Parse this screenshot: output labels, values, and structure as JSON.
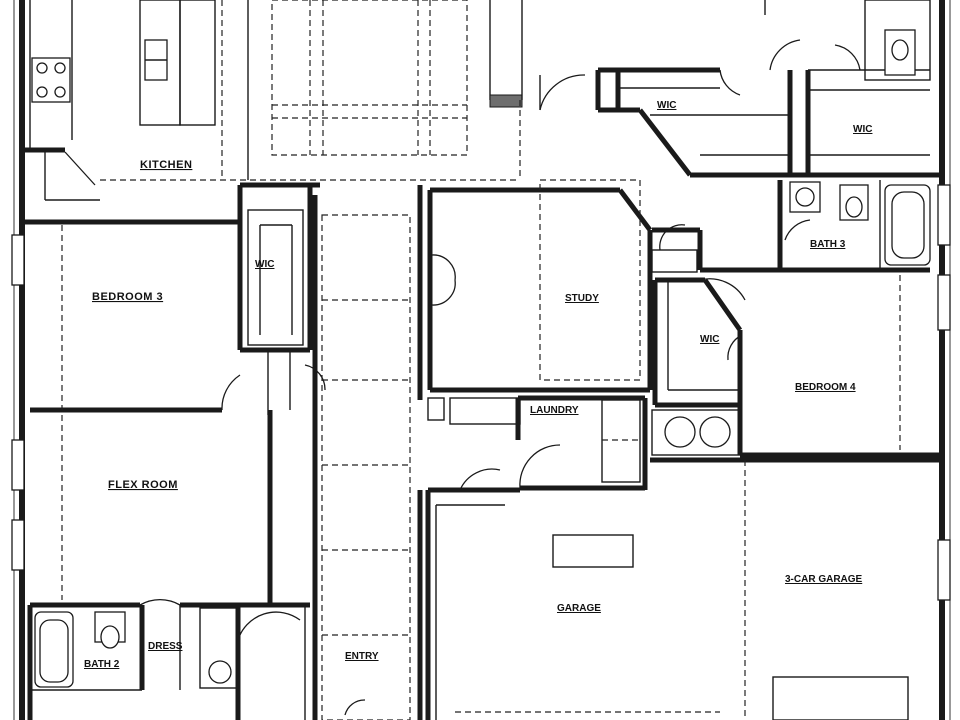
{
  "rooms": {
    "kitchen": "KITCHEN",
    "bedroom3": "BEDROOM 3",
    "wic_bed3": "WIC",
    "flex": "FLEX ROOM",
    "bath2": "BATH 2",
    "dress": "DRESS",
    "entry": "ENTRY",
    "study": "STUDY",
    "laundry": "LAUNDRY",
    "garage": "GARAGE",
    "garage3": "3-CAR GARAGE",
    "bedroom4": "BEDROOM 4",
    "wic_bed4": "WIC",
    "bath3": "BATH 3",
    "wic_top_left": "WIC",
    "wic_top_right": "WIC"
  },
  "colors": {
    "wall": "#1a1a1a",
    "background": "#ffffff"
  }
}
